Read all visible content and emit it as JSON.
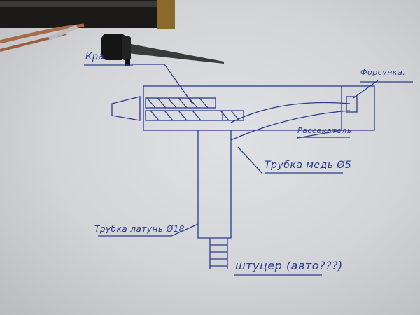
{
  "labels": {
    "valve": "Кра",
    "nozzle": "Форсунка.",
    "diffuser": "Рассекатель",
    "copper_tube": "Трубка медь Ø5",
    "brass_tube": "Трубка латунь Ø18",
    "fitting": "штуцер (авто???)"
  },
  "colors": {
    "ink": "#2c3c8c",
    "paper": "#d8dade"
  }
}
